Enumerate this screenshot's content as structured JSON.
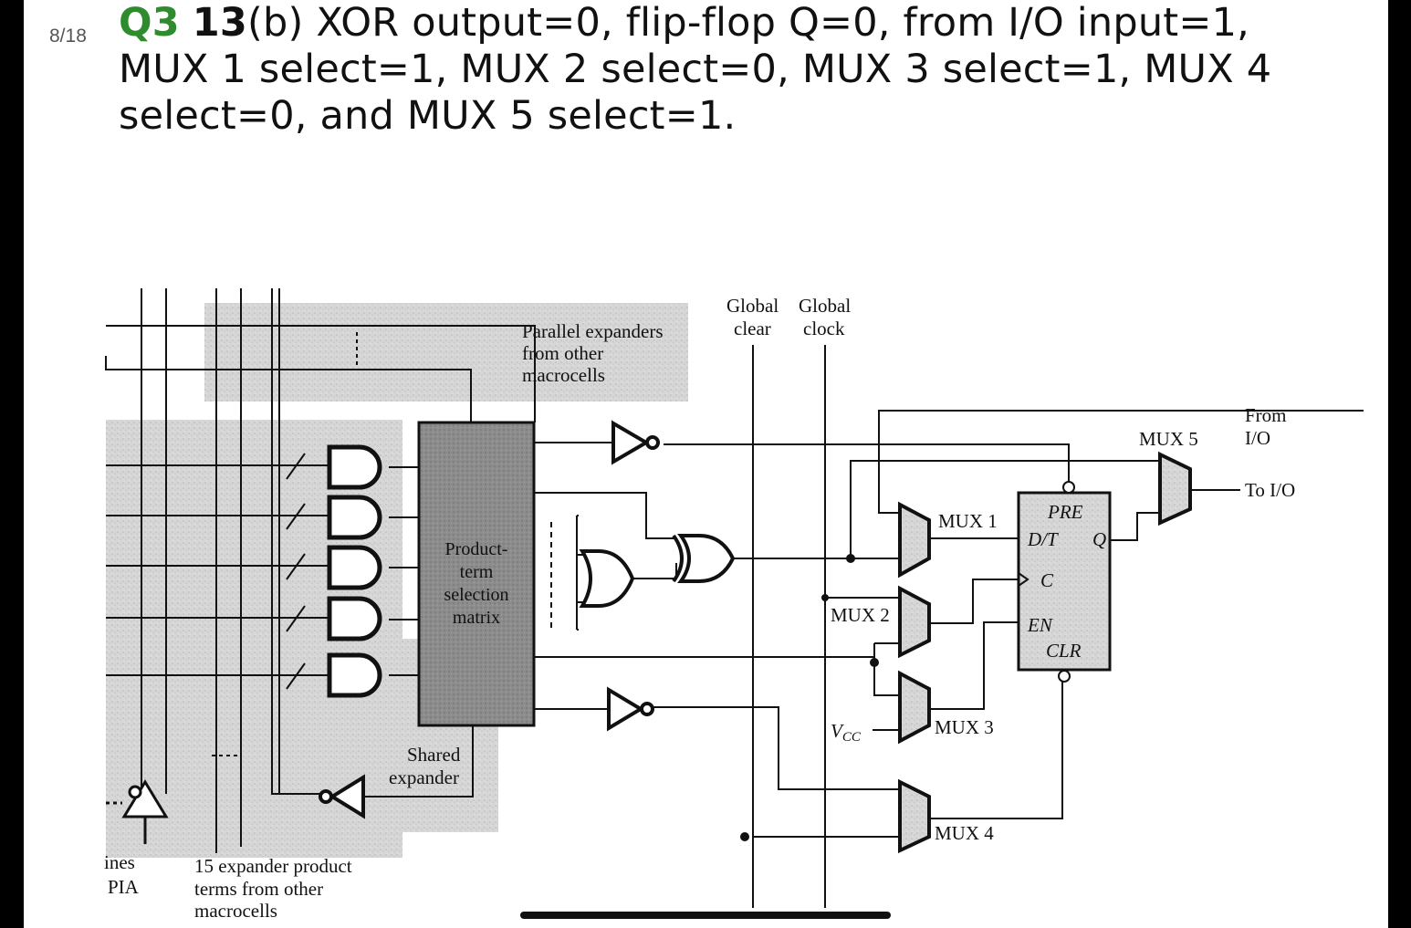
{
  "page_counter": "8/18",
  "question": {
    "label": "Q3",
    "number": "13",
    "text": "(b) XOR output=0, flip-flop Q=0, from I/O input=1, MUX 1 select=1, MUX 2 select=0, MUX 3 select=1, MUX 4 select=0, and MUX 5 select=1."
  },
  "diagram": {
    "global_clear": [
      "Global",
      "clear"
    ],
    "global_clock": [
      "Global",
      "clock"
    ],
    "parallel_expanders": [
      "Parallel expanders",
      "from other",
      "macrocells"
    ],
    "product_term_matrix": [
      "Product-",
      "term",
      "selection",
      "matrix"
    ],
    "shared_expander": [
      "Shared",
      "expander"
    ],
    "expander_terms": [
      "15 expander product",
      "terms from other",
      "macrocells"
    ],
    "pia_lines": [
      "ines",
      "PIA"
    ],
    "mux1": "MUX 1",
    "mux2": "MUX 2",
    "mux3": "MUX 3",
    "mux4": "MUX 4",
    "mux5": "MUX 5",
    "vcc": "V",
    "vcc_sub": "CC",
    "from_io": [
      "From",
      "I/O"
    ],
    "to_io": "To I/O",
    "ff_pre": "PRE",
    "ff_dt": "D/T",
    "ff_q": "Q",
    "ff_c": "C",
    "ff_en": "EN",
    "ff_clr": "CLR"
  },
  "colors": {
    "question_label": "#2e8b2e",
    "shade": "#d4d4d4",
    "matrix_fill": "#8a8a8a"
  }
}
